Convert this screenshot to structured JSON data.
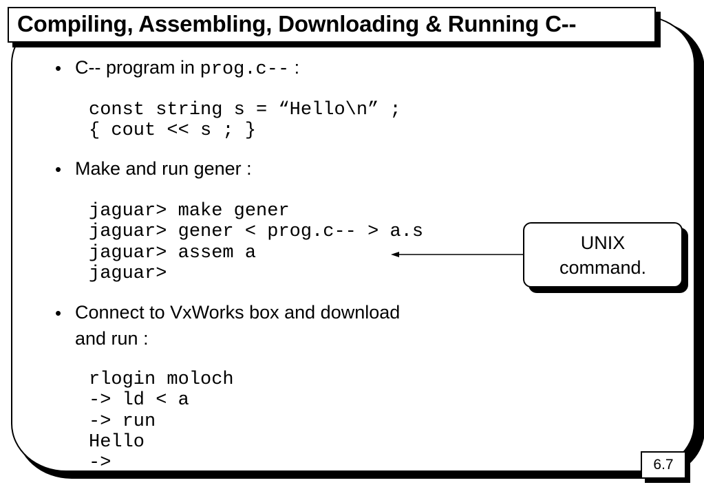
{
  "title": "Compiling, Assembling, Downloading & Running C--",
  "bullets": [
    {
      "text_before": "C-- program in ",
      "code": "prog.c--",
      "text_after": " :"
    },
    {
      "text": "Make and run gener :"
    },
    {
      "line1": "Connect to VxWorks box and download",
      "line2": "and run :"
    }
  ],
  "code_blocks": [
    [
      "const string s = “Hello\\n” ;",
      "{ cout << s ; }"
    ],
    [
      "jaguar> make gener",
      "jaguar> gener < prog.c-- > a.s",
      "jaguar> assem a",
      "jaguar>"
    ],
    [
      "rlogin moloch",
      "-> ld < a",
      "-> run",
      "Hello",
      "->"
    ]
  ],
  "callout": {
    "line1": "UNIX",
    "line2": "command."
  },
  "page_number": "6.7",
  "bullet_symbol": "•"
}
